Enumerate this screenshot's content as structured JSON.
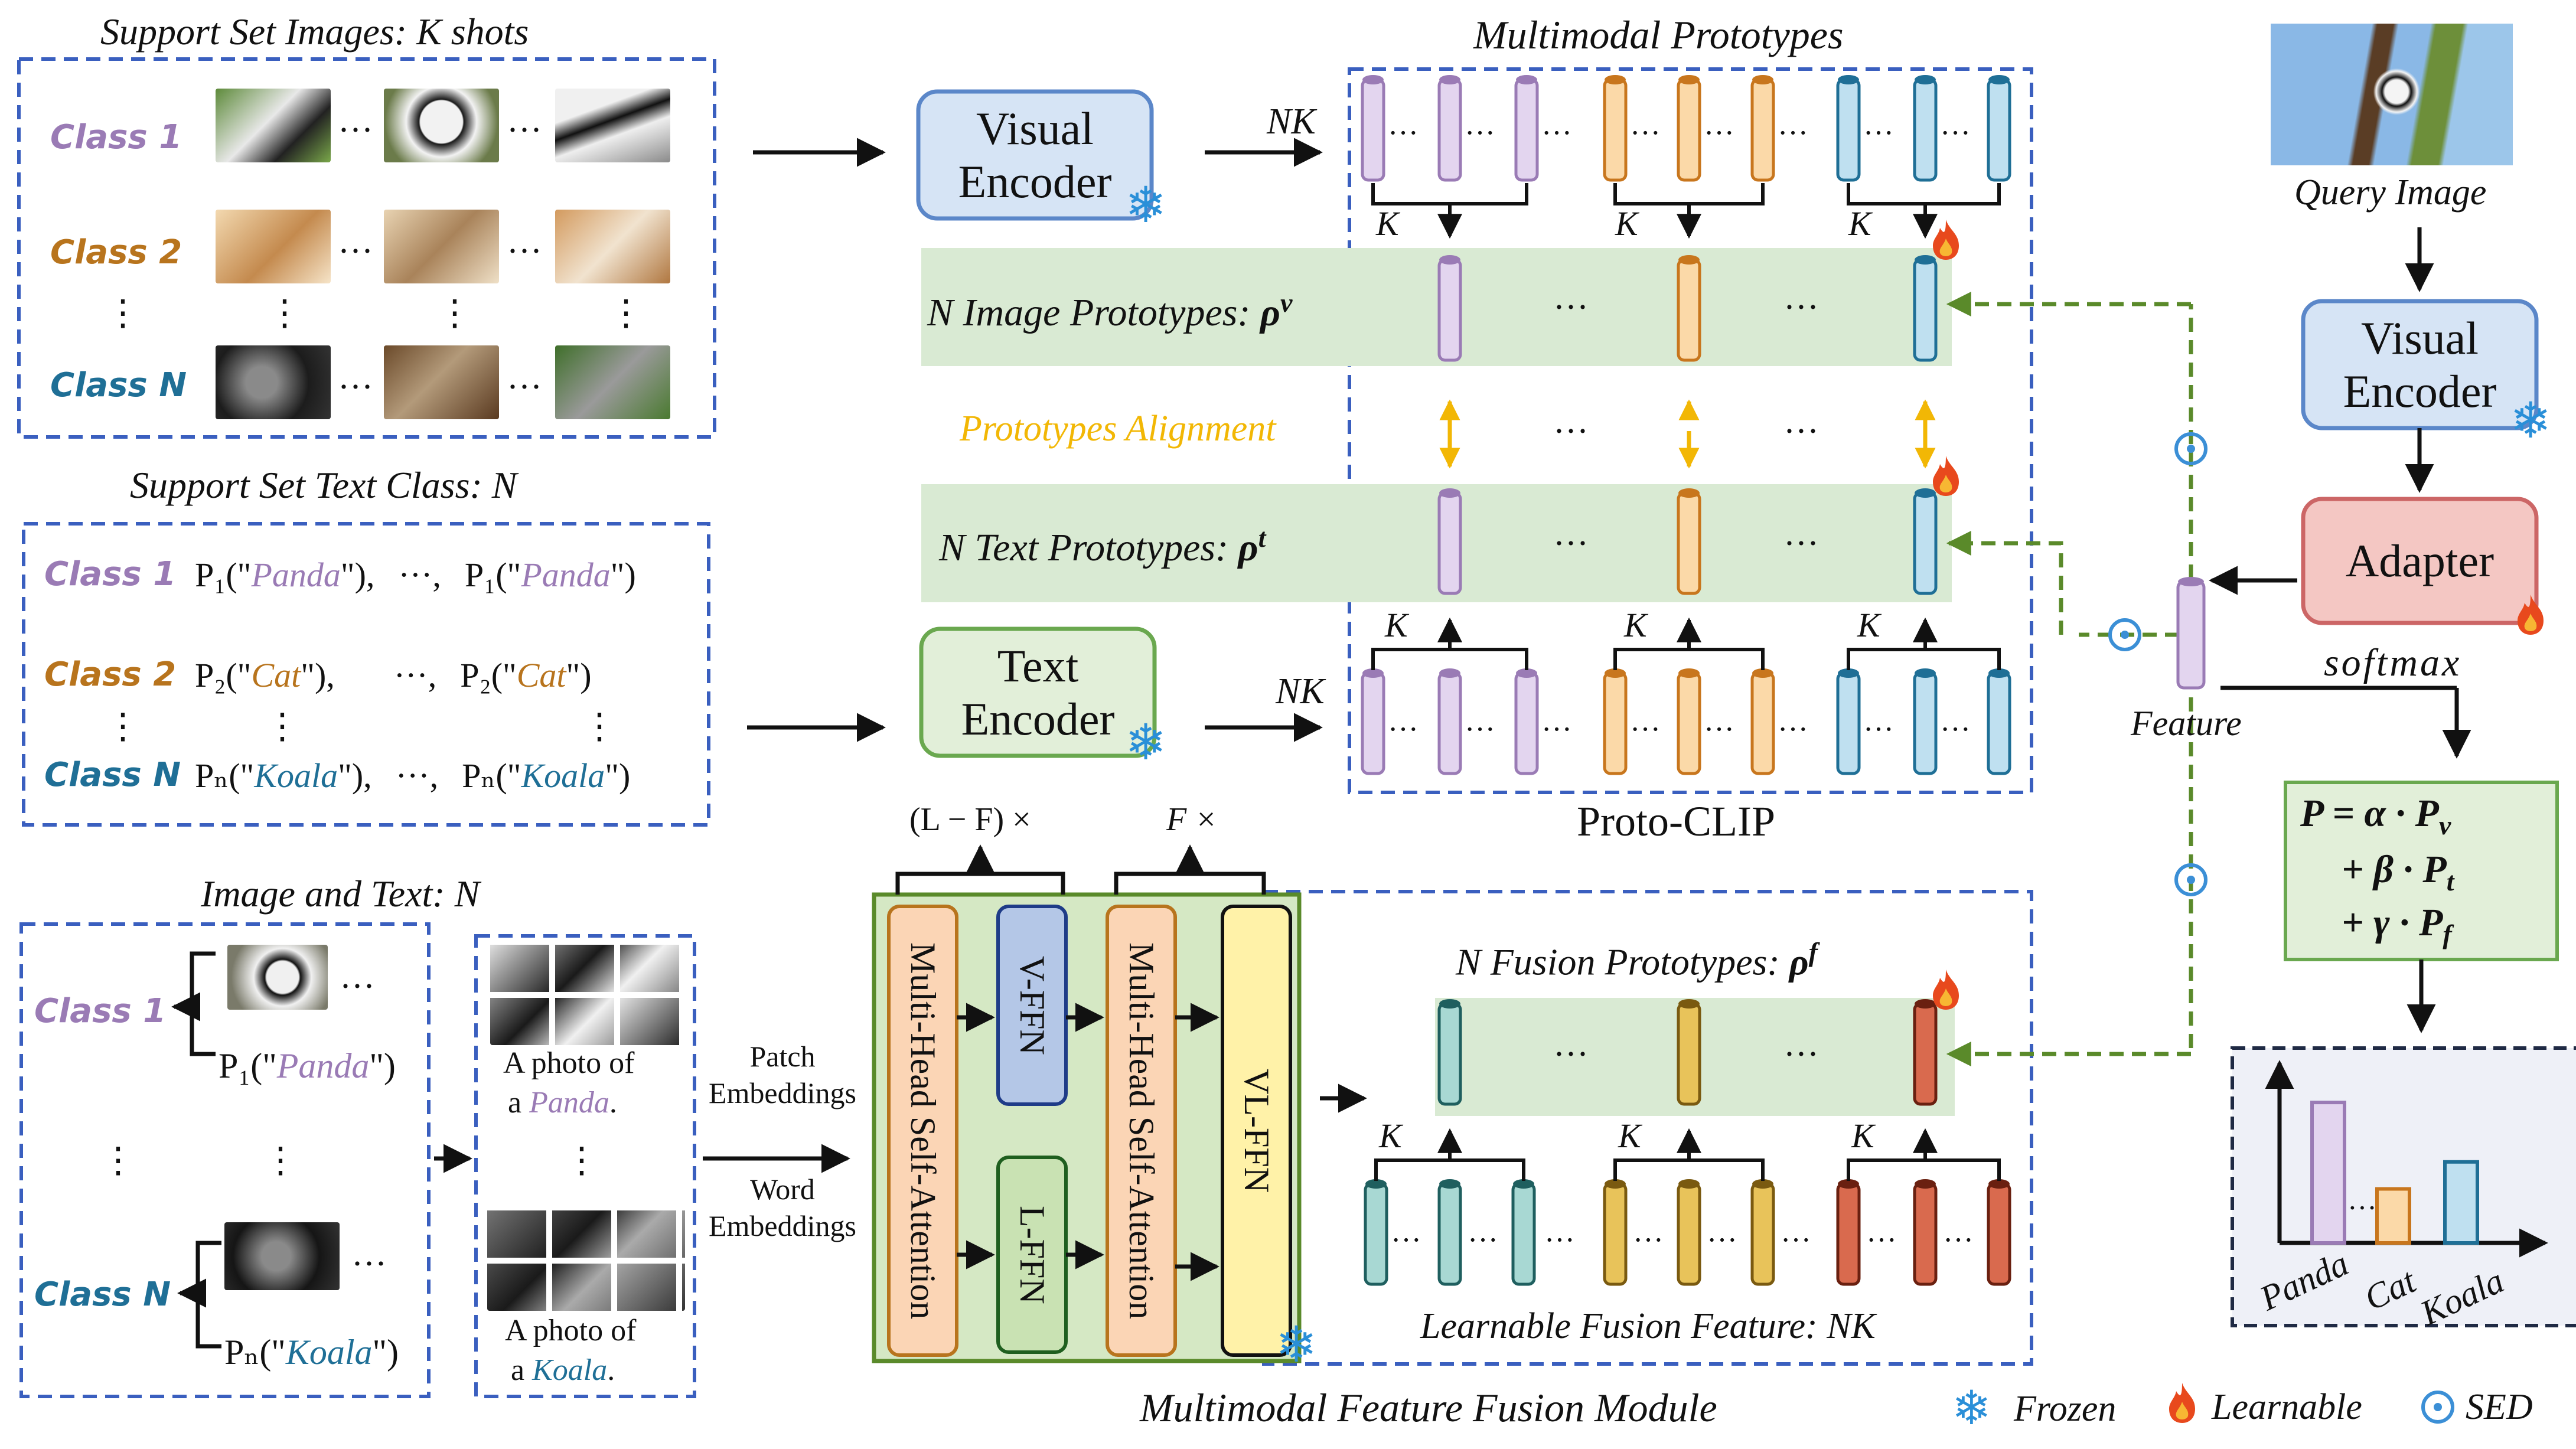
{
  "support_images": {
    "title": "Support Set Images:  K shots",
    "classes": [
      "Class 1",
      "Class 2",
      "Class N"
    ]
  },
  "support_text": {
    "title": "Support Set Text Class:  N",
    "classes": [
      "Class 1",
      "Class 2",
      "Class N"
    ],
    "rows": [
      [
        "P₁(\"",
        "Panda",
        "\"),",
        "···,",
        "P₁(\"",
        "Panda",
        "\")"
      ],
      [
        "P₂(\"",
        "Cat",
        "\"),",
        "···,",
        "P₂(\"",
        "Cat",
        "\")"
      ],
      [
        "Pₙ(\"",
        "Koala",
        "\"),",
        "···,",
        "Pₙ(\"",
        "Koala",
        "\")"
      ]
    ]
  },
  "image_text": {
    "title": "Image and Text: N",
    "classes": [
      "Class 1",
      "Class N"
    ],
    "prompt1": [
      "P₁(\"",
      "Panda",
      "\")"
    ],
    "promptN": [
      "Pₙ(\"",
      "Koala",
      "\")"
    ],
    "photo_line1": "A photo of",
    "photo_a": "a ",
    "panda": "Panda",
    "koala": "Koala",
    "period": "."
  },
  "encoders": {
    "visual": "Visual Encoder",
    "text": "Text Encoder",
    "query_visual": "Visual Encoder",
    "adapter": "Adapter"
  },
  "prototypes": {
    "title": "Multimodal Prototypes",
    "nk": "NK",
    "k": "K",
    "image_label": "N Image Prototypes: ",
    "image_sym": "ρ",
    "image_sup": "v",
    "text_label": "N Text Prototypes: ",
    "text_sym": "ρ",
    "text_sup": "t",
    "alignment": "Prototypes Alignment",
    "proto_clip": "Proto-CLIP",
    "dots": "···"
  },
  "fusion": {
    "module_title": "Multimodal Feature Fusion Module",
    "mhsa": "Multi-Head Self-Attention",
    "vffn": "V-FFN",
    "lffn": "L-FFN",
    "vlffn": "VL-FFN",
    "lf": "(L − F) ×",
    "f": "F ×",
    "patch": "Patch Embeddings",
    "word": "Word Embeddings",
    "fusion_label": "N Fusion Prototypes: ",
    "fusion_sym": "ρ",
    "fusion_sup": "f",
    "learnable_feature": "Learnable Fusion Feature: NK"
  },
  "query": {
    "title": "Query Image",
    "feature": "Feature",
    "softmax": "softmax",
    "formula": [
      "P =  α · P",
      "+ β  · P",
      "+ γ · P"
    ],
    "formula_subs": [
      "v",
      "t",
      "f"
    ],
    "bar_labels": [
      "Panda",
      "Cat",
      "Koala"
    ],
    "bar_values": [
      0.78,
      0.3,
      0.45
    ]
  },
  "legend": {
    "frozen": "Frozen",
    "learnable": "Learnable",
    "sed": "SED"
  },
  "colors": {
    "purple": "#9a7bb5",
    "orange": "#b8741d",
    "teal": "#1f6f96",
    "dashed_blue": "#3a5fbf",
    "green_dash": "#5a8a2a",
    "proto_band": "#d9ead3",
    "alignment_yellow": "#f2b705"
  }
}
